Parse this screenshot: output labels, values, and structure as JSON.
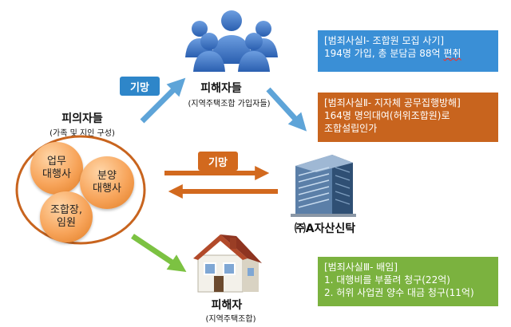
{
  "suspects": {
    "title": "피의자들",
    "subtitle": "(가족 및 지인 구성)",
    "roles": [
      "업무\n대행사",
      "분양\n대행사",
      "조합장,\n임원"
    ]
  },
  "victims_members": {
    "title": "피해자들",
    "subtitle": "(지역주택조합 가입자들)",
    "icon": "people-group-icon"
  },
  "company": {
    "name": "㈜A자산신탁",
    "icon": "office-building-icon"
  },
  "victim_union": {
    "title": "피해자",
    "subtitle": "(지역주택조합)",
    "icon": "house-icon"
  },
  "tags": {
    "deceive_top": "기망",
    "deceive_mid": "기망"
  },
  "facts": {
    "fact1": {
      "title": "[범죄사실Ⅰ- 조합원 모집 사기]",
      "line1_prefix": "194명 가입, 총 분담금 88억 ",
      "line1_emph": "편취"
    },
    "fact2": {
      "title": "[범죄사실Ⅱ- 지자체 공무집행방해]",
      "line1": "164명 명의대여(허위조합원)로",
      "line2": "조합설립인가"
    },
    "fact3": {
      "title": "[범죄사실Ⅲ- 배임]",
      "line1": "1. 대행비를 부풀려 청구(22억)",
      "line2": "2. 허위 사업권 양수 대금 청구(11억)"
    }
  },
  "colors": {
    "blue": "#3a8fd6",
    "orange": "#c8641e",
    "green": "#7bb23f",
    "arrow_blue": "#5ea4d8",
    "arrow_orange": "#d2691e",
    "arrow_green": "#7cc242"
  }
}
